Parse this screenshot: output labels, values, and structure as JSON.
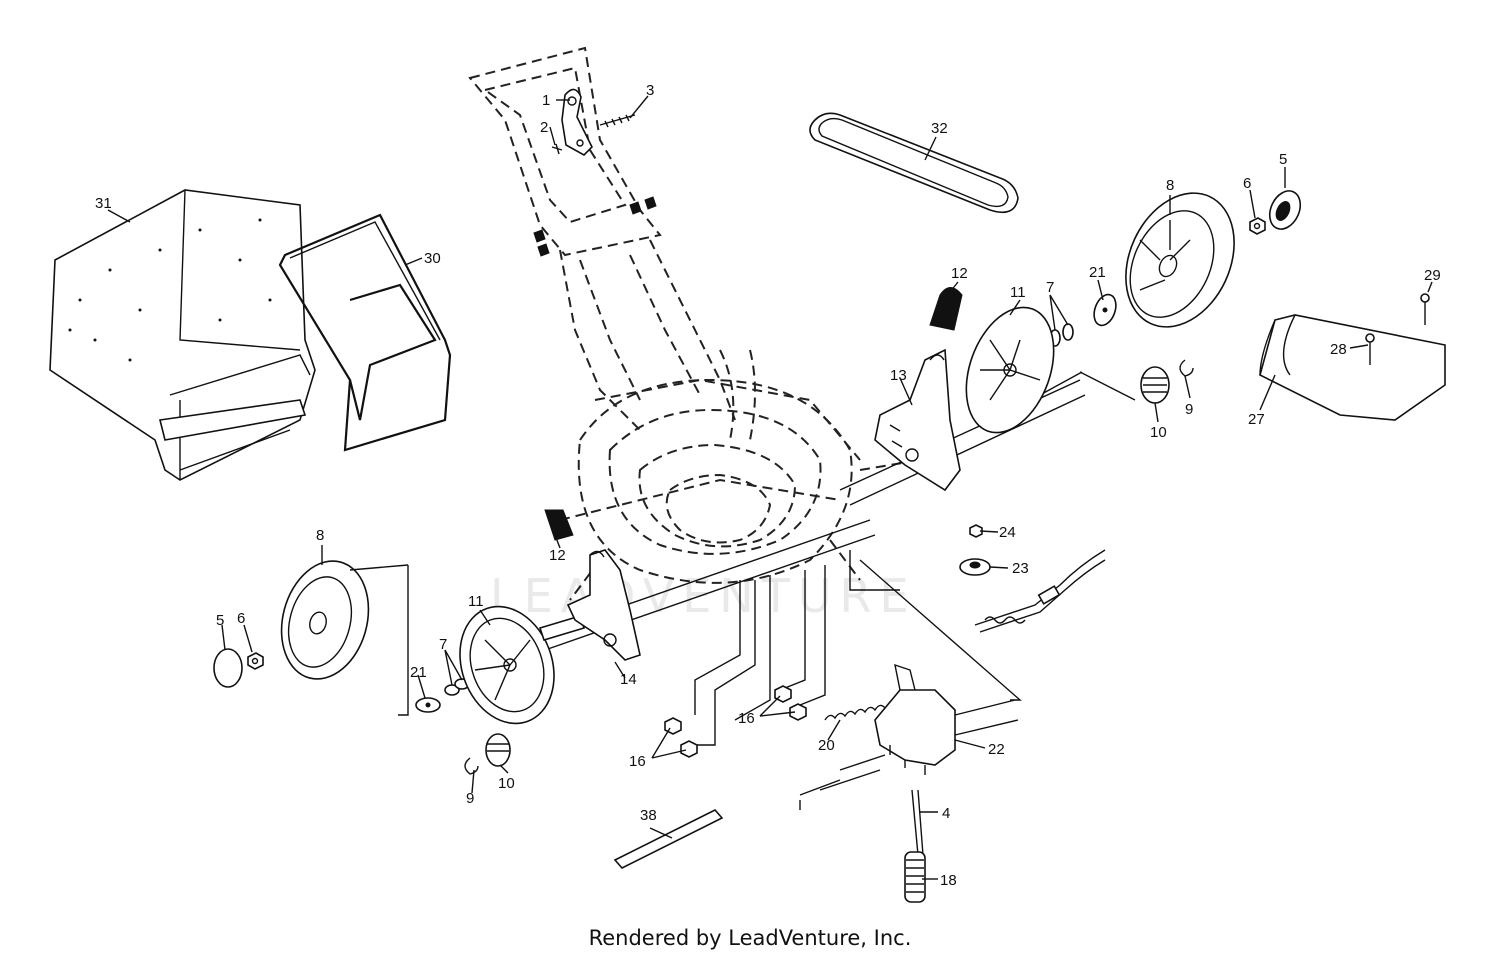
{
  "footer": {
    "text": "Rendered by LeadVenture, Inc."
  },
  "watermark": {
    "text": "LEADVENTURE"
  },
  "labels": [
    {
      "id": "1",
      "text": "1"
    },
    {
      "id": "2",
      "text": "2"
    },
    {
      "id": "3",
      "text": "3"
    },
    {
      "id": "32",
      "text": "32"
    },
    {
      "id": "31",
      "text": "31"
    },
    {
      "id": "30",
      "text": "30"
    },
    {
      "id": "8a",
      "text": "8"
    },
    {
      "id": "6a",
      "text": "6"
    },
    {
      "id": "5a",
      "text": "5"
    },
    {
      "id": "12a",
      "text": "12"
    },
    {
      "id": "11a",
      "text": "11"
    },
    {
      "id": "7a",
      "text": "7"
    },
    {
      "id": "21a",
      "text": "21"
    },
    {
      "id": "29",
      "text": "29"
    },
    {
      "id": "28",
      "text": "28"
    },
    {
      "id": "13",
      "text": "13"
    },
    {
      "id": "9a",
      "text": "9"
    },
    {
      "id": "10a",
      "text": "10"
    },
    {
      "id": "27",
      "text": "27"
    },
    {
      "id": "12b",
      "text": "12"
    },
    {
      "id": "24",
      "text": "24"
    },
    {
      "id": "23",
      "text": "23"
    },
    {
      "id": "8b",
      "text": "8"
    },
    {
      "id": "11b",
      "text": "11"
    },
    {
      "id": "5b",
      "text": "5"
    },
    {
      "id": "6b",
      "text": "6"
    },
    {
      "id": "7b",
      "text": "7"
    },
    {
      "id": "14",
      "text": "14"
    },
    {
      "id": "21b",
      "text": "21"
    },
    {
      "id": "16a",
      "text": "16"
    },
    {
      "id": "20",
      "text": "20"
    },
    {
      "id": "22",
      "text": "22"
    },
    {
      "id": "16b",
      "text": "16"
    },
    {
      "id": "9b",
      "text": "9"
    },
    {
      "id": "10b",
      "text": "10"
    },
    {
      "id": "38",
      "text": "38"
    },
    {
      "id": "4",
      "text": "4"
    },
    {
      "id": "18",
      "text": "18"
    }
  ]
}
